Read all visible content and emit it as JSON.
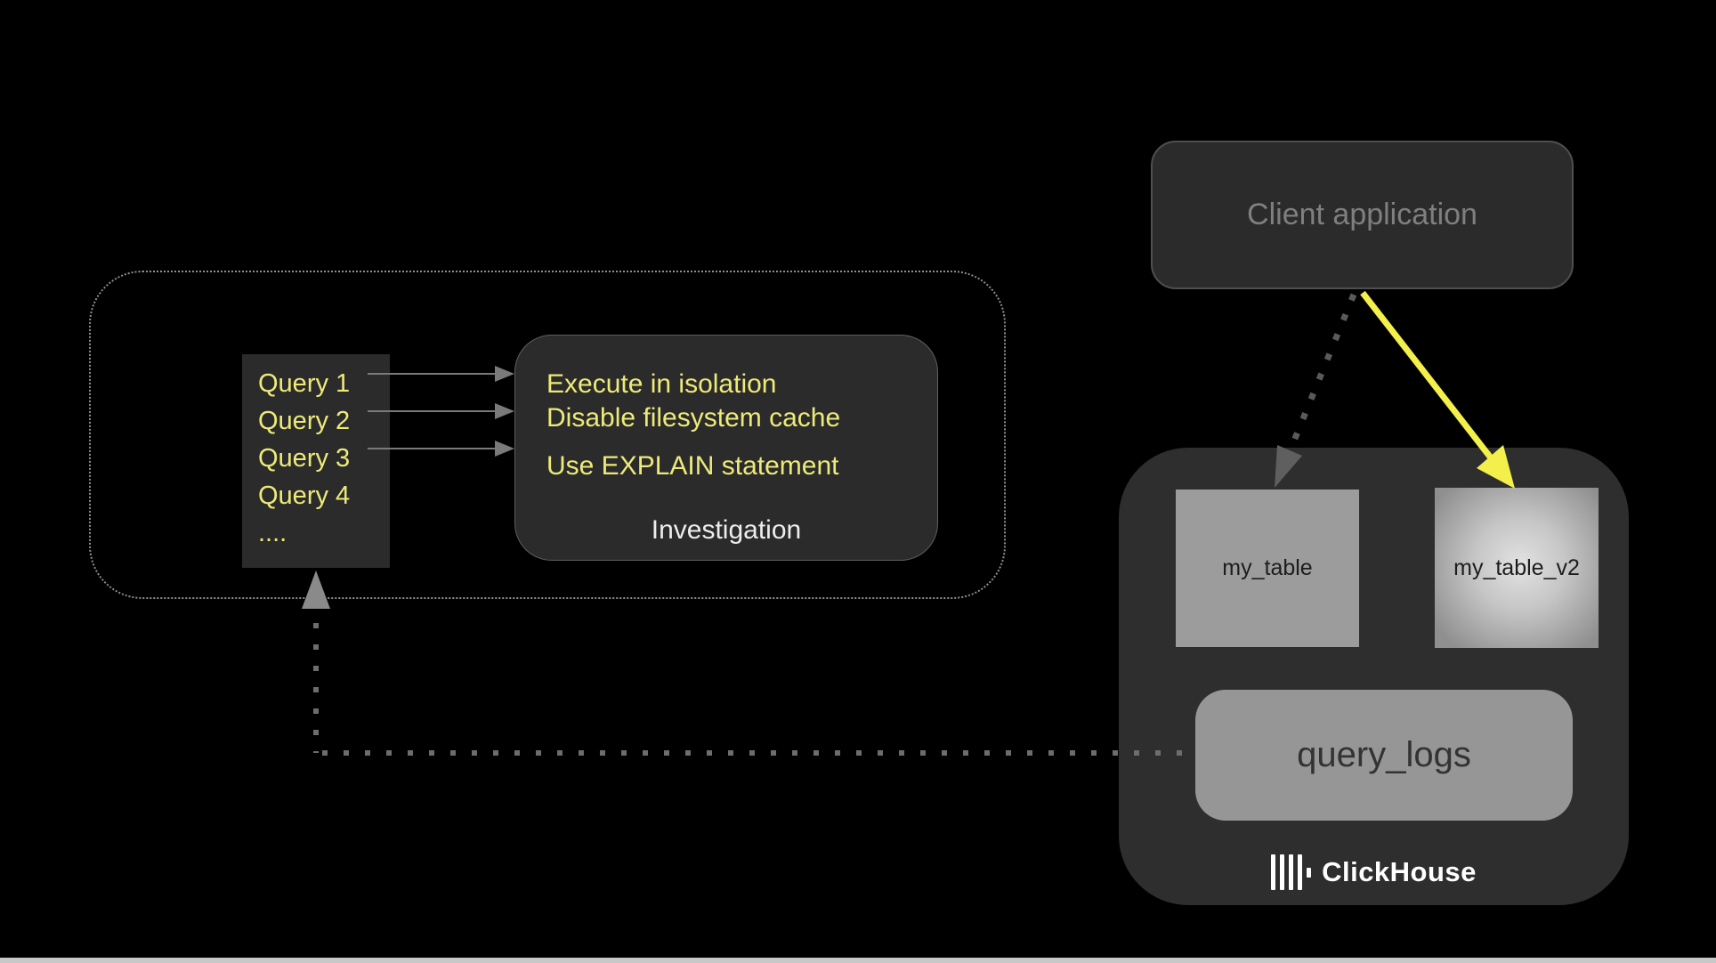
{
  "colors": {
    "background": "#000000",
    "panel_fill": "#2b2b2b",
    "container_fill": "#2e2e2e",
    "accent_arrow": "#f3ef4b",
    "yellow_text": "#edea79",
    "muted_text": "#7f7f7f",
    "table_fill": "#9c9c9c",
    "white": "#ffffff"
  },
  "client_box": {
    "label": "Client application"
  },
  "investigation": {
    "queries": [
      "Query 1",
      "Query 2",
      "Query 3",
      "Query 4",
      "...."
    ],
    "tips": [
      "Execute in isolation",
      "Disable filesystem cache",
      "Use EXPLAIN statement"
    ],
    "title": "Investigation"
  },
  "clickhouse": {
    "tables": [
      {
        "name": "my_table"
      },
      {
        "name": "my_table_v2"
      }
    ],
    "logs_label": "query_logs",
    "brand": "ClickHouse"
  }
}
